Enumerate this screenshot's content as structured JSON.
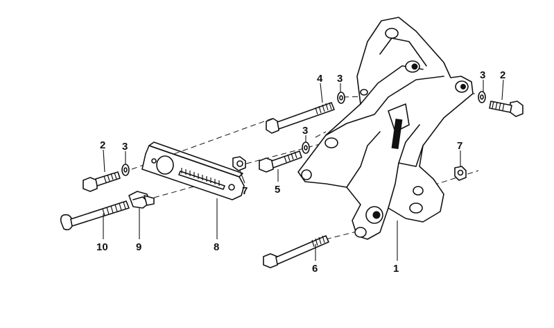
{
  "callouts": [
    {
      "id": "c1",
      "label": "1"
    },
    {
      "id": "c2a",
      "label": "2"
    },
    {
      "id": "c2b",
      "label": "2"
    },
    {
      "id": "c3a",
      "label": "3"
    },
    {
      "id": "c3b",
      "label": "3"
    },
    {
      "id": "c3c",
      "label": "3"
    },
    {
      "id": "c3d",
      "label": "3"
    },
    {
      "id": "c4",
      "label": "4"
    },
    {
      "id": "c5",
      "label": "5"
    },
    {
      "id": "c6",
      "label": "6"
    },
    {
      "id": "c7a",
      "label": "7"
    },
    {
      "id": "c7b",
      "label": "7"
    },
    {
      "id": "c8",
      "label": "8"
    },
    {
      "id": "c9",
      "label": "9"
    },
    {
      "id": "c10",
      "label": "10"
    }
  ]
}
